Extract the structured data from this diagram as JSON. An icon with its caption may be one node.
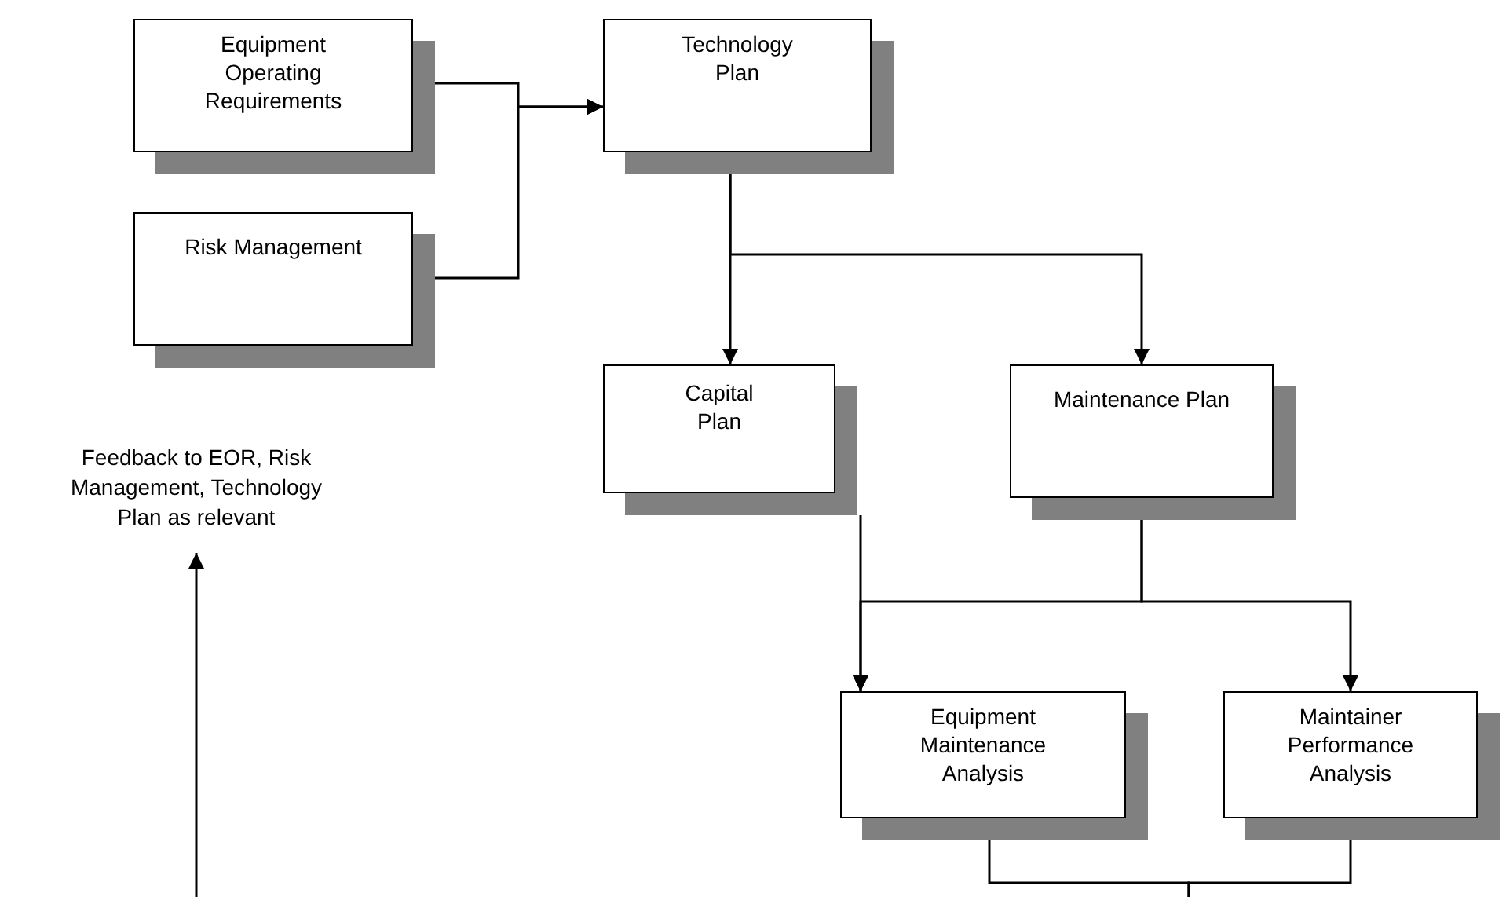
{
  "diagram": {
    "nodes": [
      {
        "text": [
          "Equipment Operating Requirements"
        ]
      },
      {
        "text": [
          "Technology Plan"
        ]
      },
      {
        "text": [
          "Risk Management"
        ]
      },
      {
        "text": [
          "Capital Plan"
        ]
      },
      {
        "text": [
          "Maintenance Plan"
        ]
      },
      {
        "text": [
          "Feedback to EOR, Risk Management, Technology Plan as relevant"
        ]
      },
      {
        "text": [
          "Equipment Maintenance Analysis"
        ]
      },
      {
        "text": [
          "Maintainer Performance Analysis"
        ]
      }
    ],
    "edges": [
      {
        "from": 0,
        "to": 1,
        "arrow": "to"
      },
      {
        "from": 2,
        "to": 1,
        "arrow": "to"
      },
      {
        "from": 1,
        "to": 3,
        "arrow": "to"
      },
      {
        "from": 1,
        "to": 4,
        "arrow": "to"
      },
      {
        "from": 3,
        "to": 6,
        "arrow": "to"
      },
      {
        "from": 4,
        "to": 6,
        "arrow": "to"
      },
      {
        "from": 4,
        "to": 7,
        "arrow": "to"
      },
      {
        "from": 6,
        "to": null,
        "arrow": "none"
      },
      {
        "from": 7,
        "to": null,
        "arrow": "none"
      },
      {
        "from": null,
        "to": 5,
        "arrow": "to"
      }
    ]
  }
}
